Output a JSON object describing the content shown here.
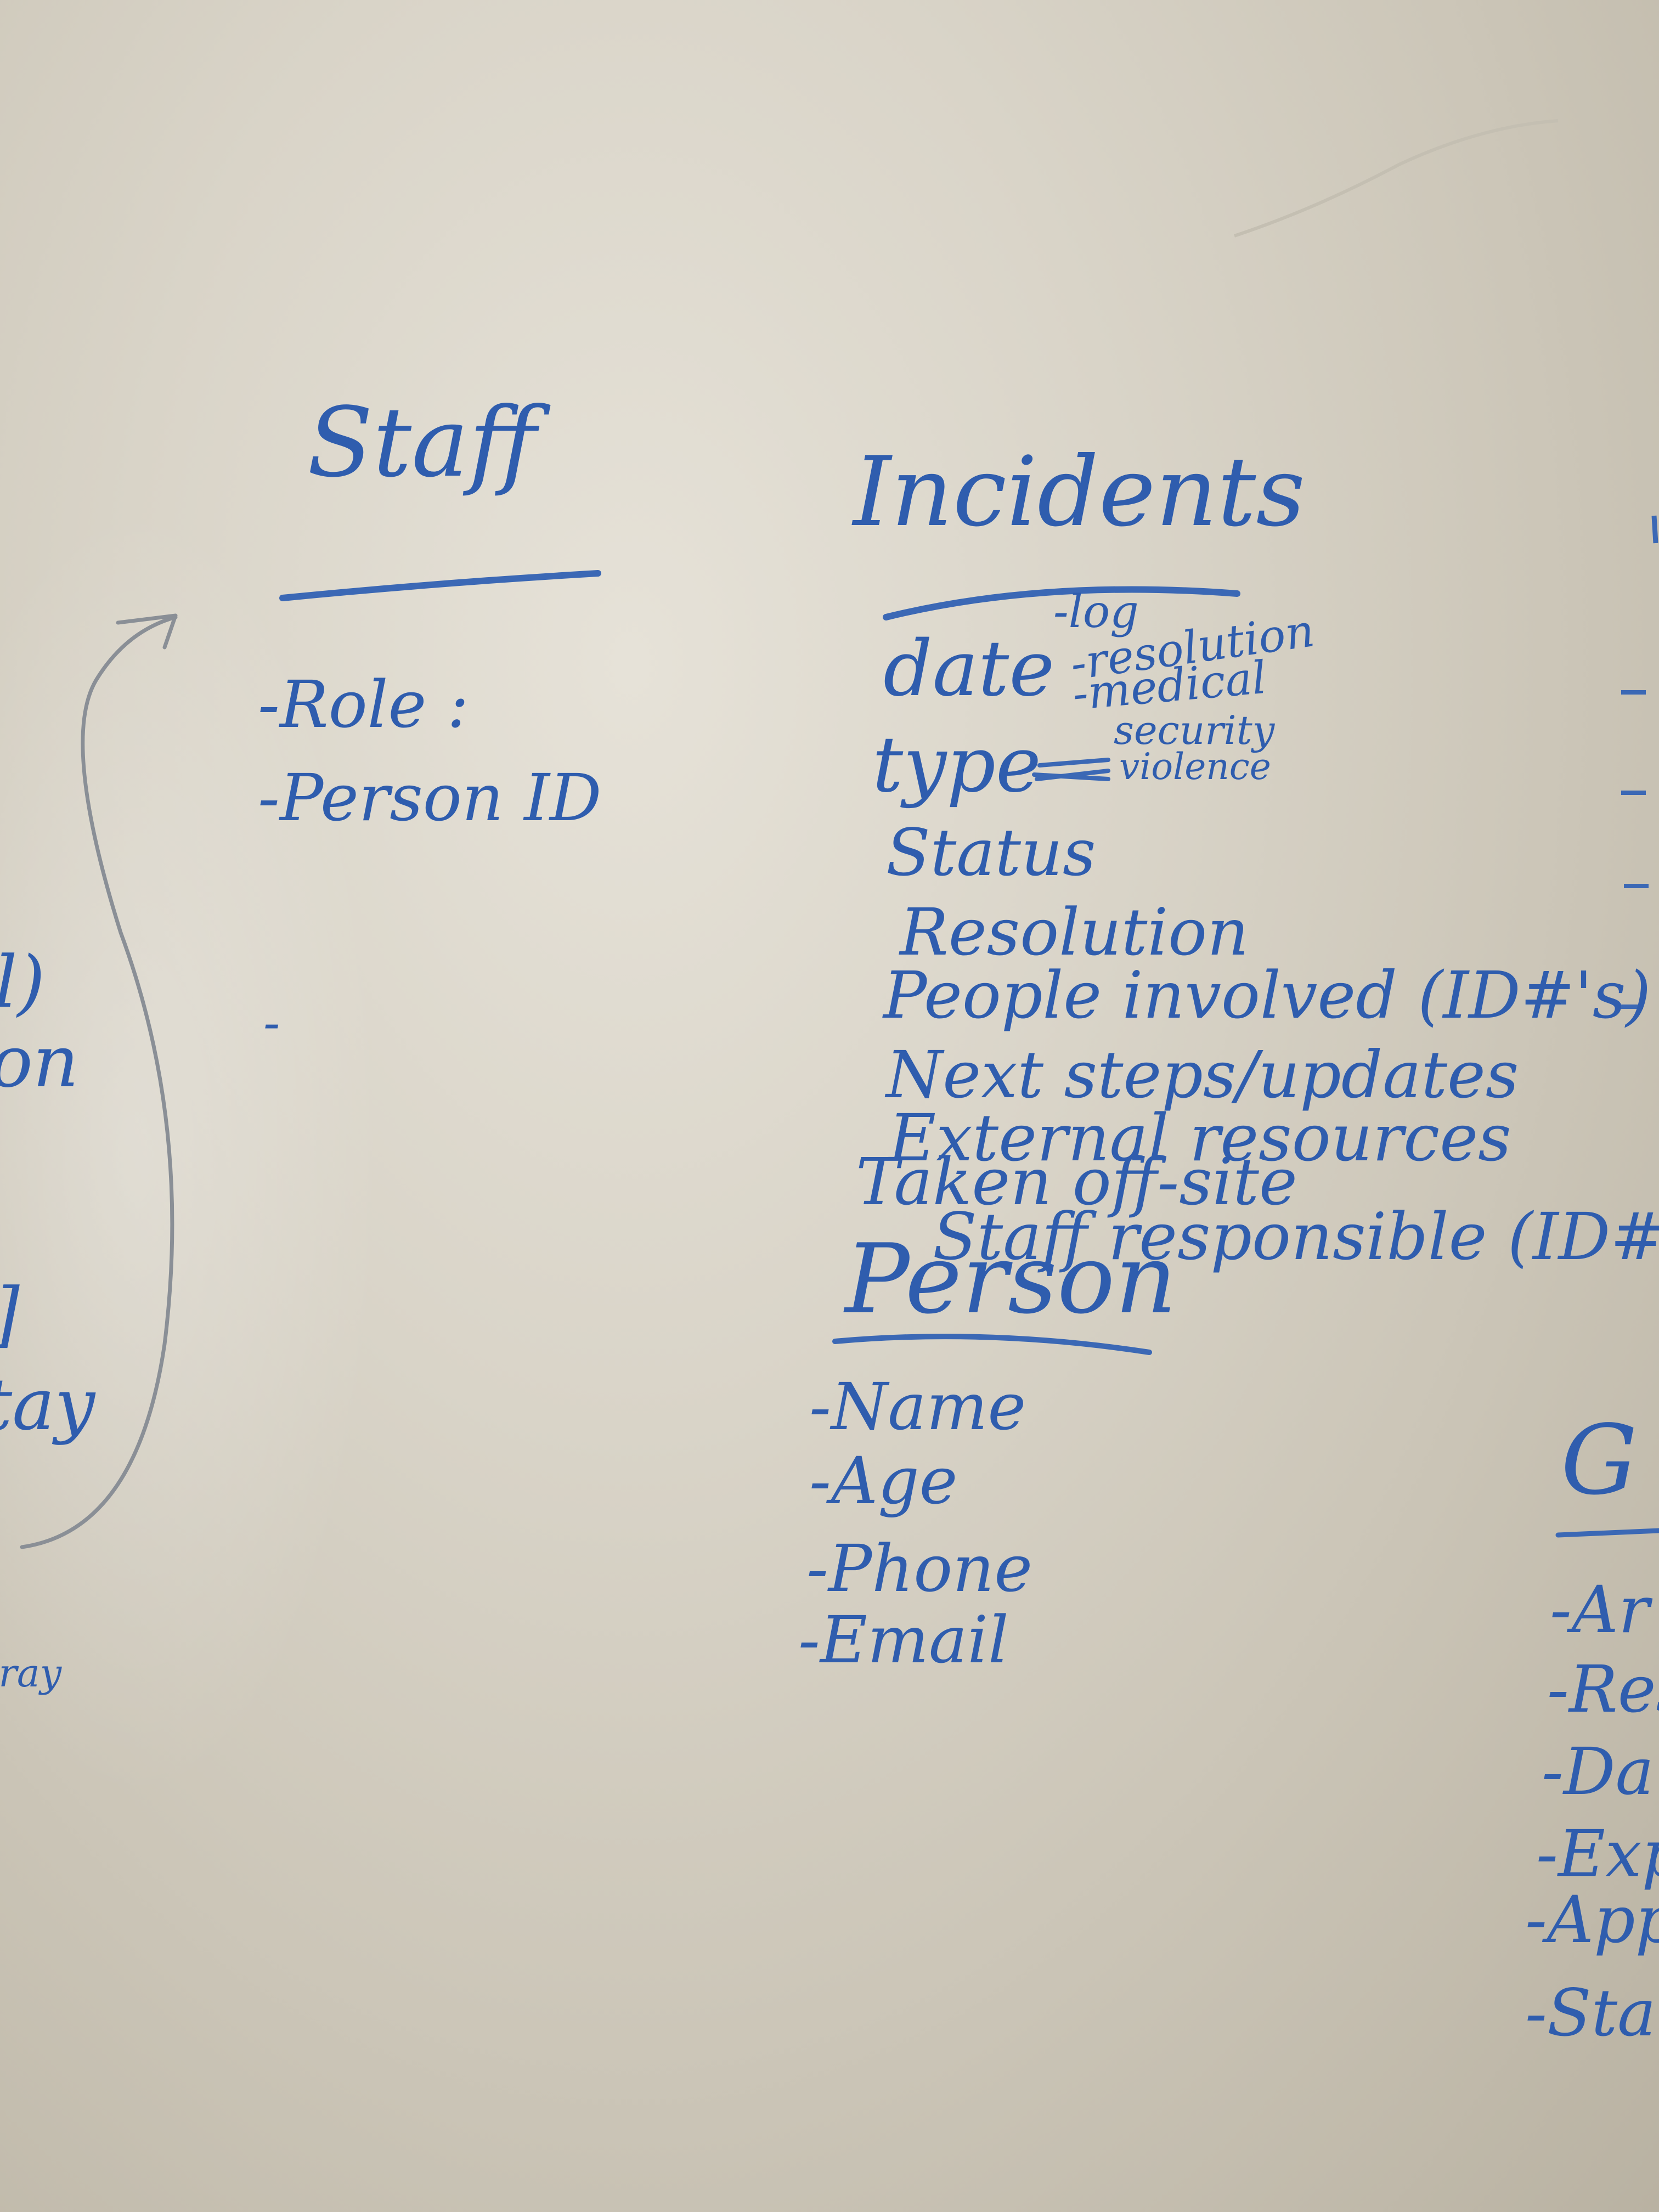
{
  "whiteboard": {
    "staff": {
      "title": "Staff",
      "fields": [
        "-Role :",
        "-Person ID"
      ]
    },
    "incidents": {
      "title": "Incidents",
      "date_label": "date",
      "date_options": [
        "-log",
        "-resolution",
        "-medical"
      ],
      "type_label": "type",
      "type_options": [
        "security",
        "violence"
      ],
      "fields": [
        "Status",
        "Resolution",
        "People involved (ID#'s)",
        "Next steps/updates",
        "External resources",
        "Taken off-site",
        "Staff responsible (ID#)"
      ]
    },
    "person": {
      "title": "Person",
      "fields": [
        "-Name",
        "-Age",
        "-Phone",
        "-Email"
      ]
    },
    "left_edge_fragments": [
      "l)",
      "ion",
      "]",
      "tay",
      "lray"
    ],
    "right_edge_fragments": [
      "G",
      "-Ar",
      "-Res",
      "-Da",
      "-Exp",
      "-App",
      "-Sta"
    ],
    "loose_marks": [
      "-"
    ]
  }
}
